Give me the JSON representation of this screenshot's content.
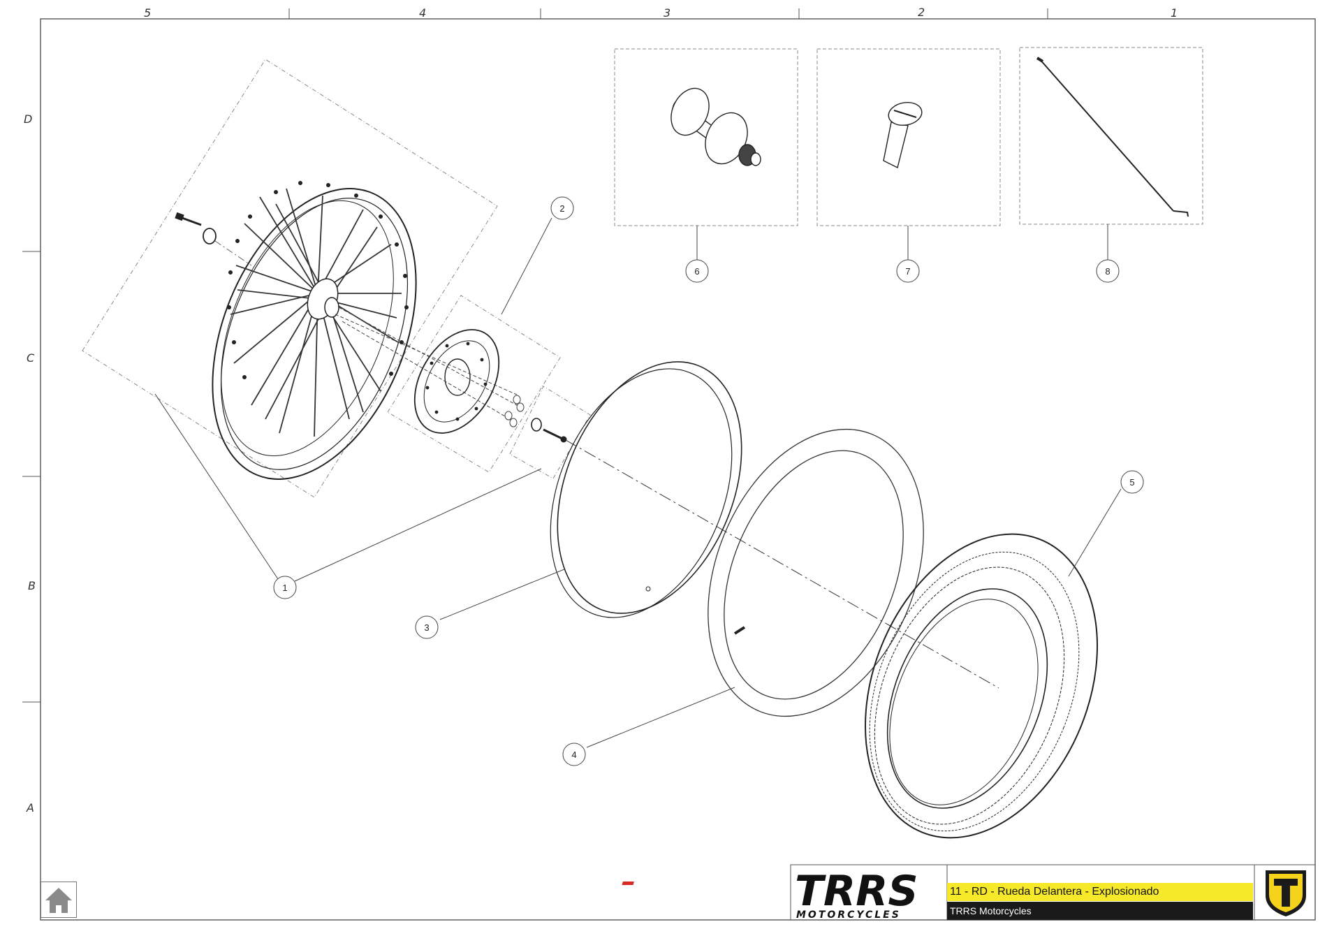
{
  "zones": {
    "columns": [
      "5",
      "4",
      "3",
      "2",
      "1"
    ],
    "rows": [
      "D",
      "C",
      "B",
      "A"
    ]
  },
  "callouts": [
    "1",
    "2",
    "3",
    "4",
    "5",
    "6",
    "7",
    "8"
  ],
  "title_block": {
    "logo_top": "TRRS",
    "logo_bottom": "MOTORCYCLES",
    "title": "11 - RD - Rueda Delantera - Explosionado",
    "subtitle": "TRRS Motorcycles",
    "colors": {
      "accent_yellow": "#f5e92a",
      "dark": "#1a1a1a",
      "brand_red": "#d92a2a"
    }
  },
  "icons": {
    "home": "home-icon",
    "brand_badge": "shield-badge-icon"
  }
}
